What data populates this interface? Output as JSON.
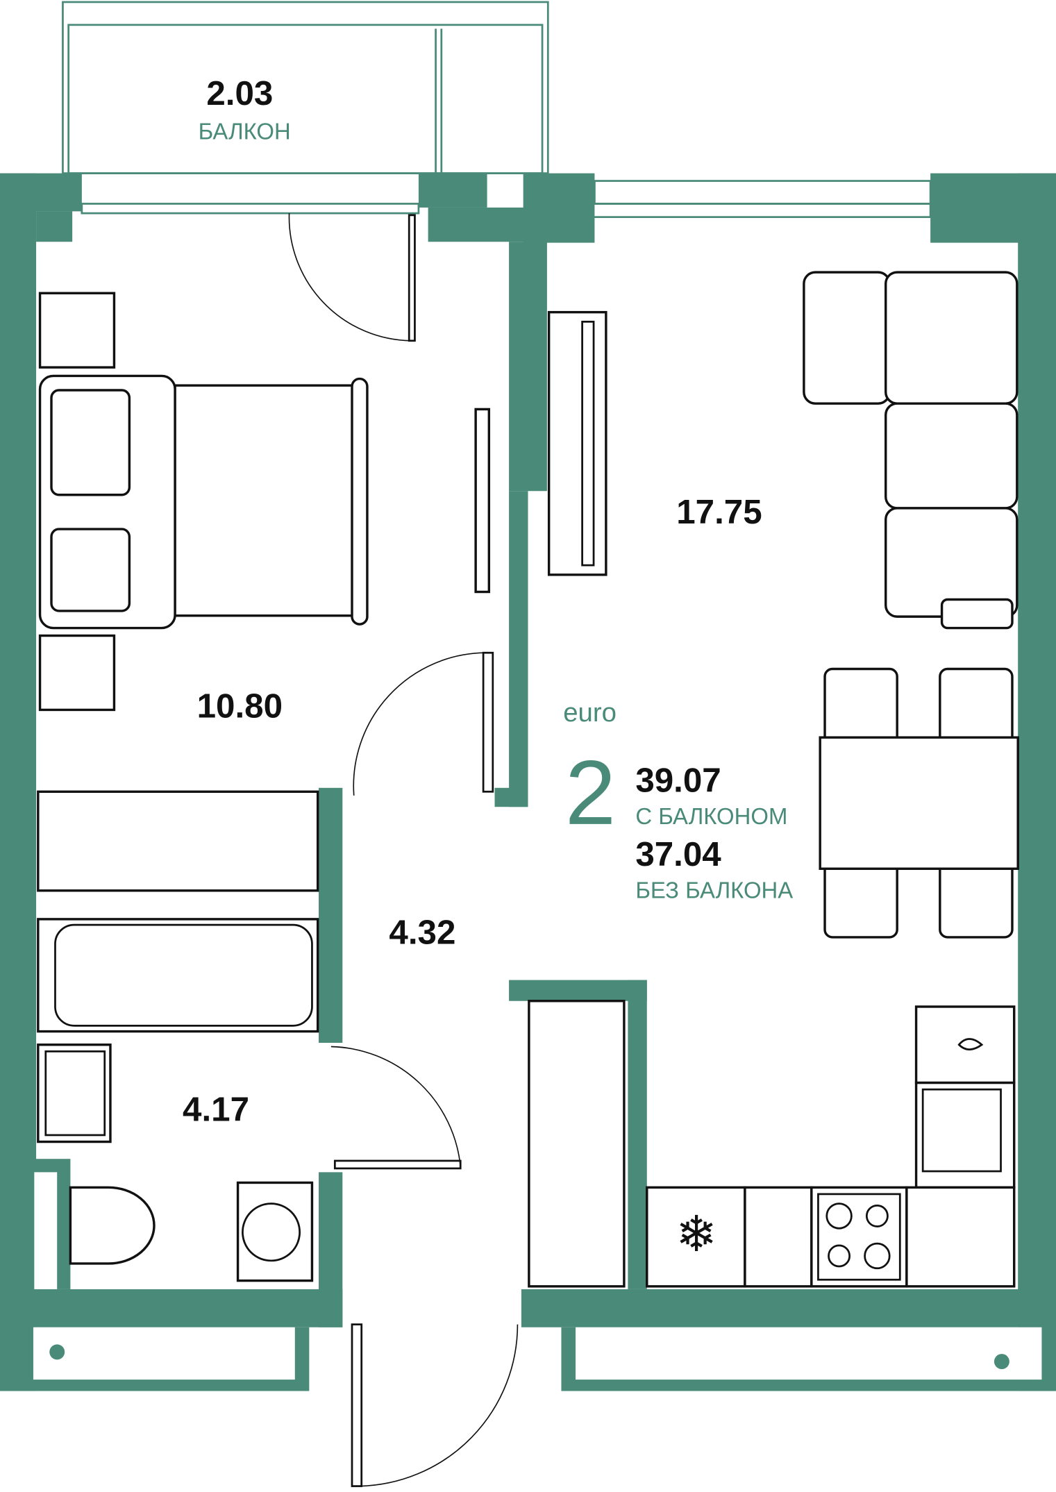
{
  "balcony": {
    "area": "2.03",
    "label": "БАЛКОН"
  },
  "rooms": {
    "bedroom": {
      "area": "10.80"
    },
    "living": {
      "area": "17.75"
    },
    "hall": {
      "area": "4.32"
    },
    "bathroom": {
      "area": "4.17"
    }
  },
  "summary": {
    "type": "euro",
    "rooms_count": "2",
    "total_with_balcony": "39.07",
    "with_balcony_label": "С БАЛКОНОМ",
    "total_without_balcony": "37.04",
    "without_balcony_label": "БЕЗ БАЛКОНА"
  },
  "colors": {
    "accent": "#4a8a78",
    "lines": "#111111"
  }
}
